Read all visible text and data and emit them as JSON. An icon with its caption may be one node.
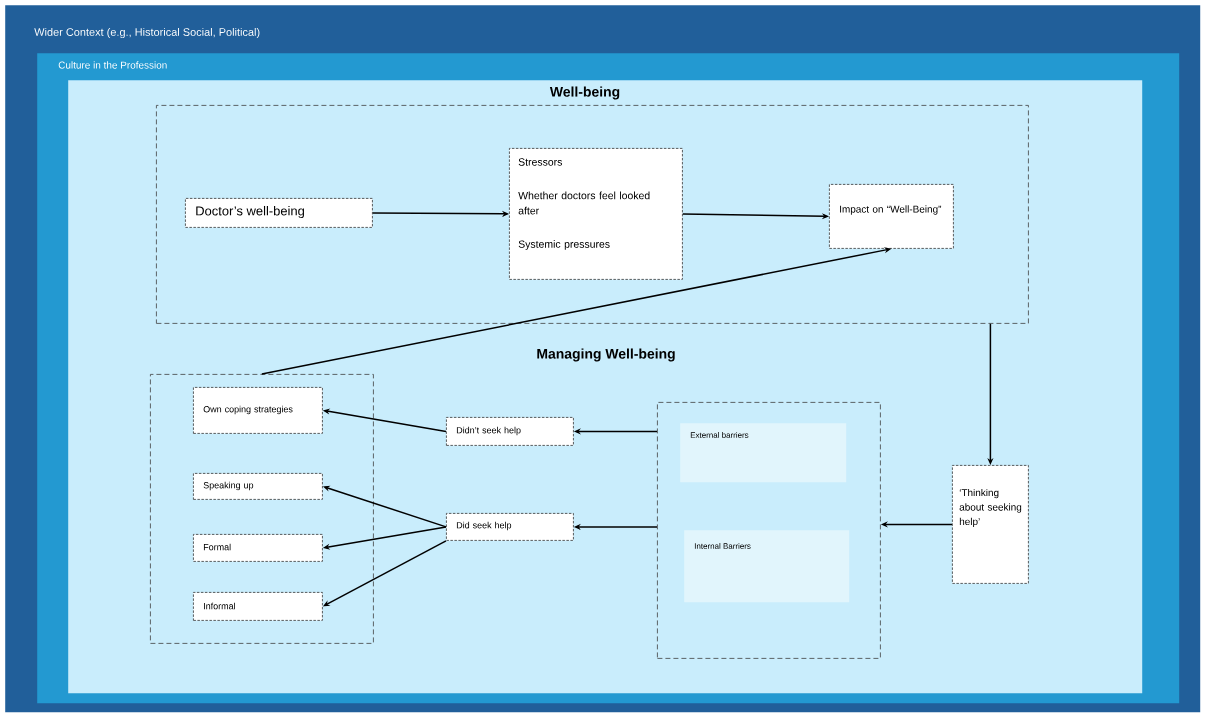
{
  "diagram": {
    "nodes": [
      {
        "text": [
          "Wider Context (e.g., Historical Social, Political)"
        ]
      },
      {
        "text": [
          "Culture in the Profession"
        ],
        "in": 0
      },
      {
        "text": [],
        "shape": "box",
        "in": 1
      },
      {
        "text": [
          "Well-being"
        ],
        "in": 2
      },
      {
        "text": [
          "Doctor’s well-being"
        ],
        "in": 3
      },
      {
        "text": [
          "Stressors",
          "Whether doctors feel looked after",
          "Systemic pressures"
        ],
        "in": 3
      },
      {
        "text": [
          "Impact on “Well-Being”"
        ],
        "in": 3
      },
      {
        "text": [],
        "shape": "box",
        "in": 2
      },
      {
        "text": [
          "Own coping strategies"
        ],
        "in": 7
      },
      {
        "text": [
          "Speaking up"
        ],
        "in": 7
      },
      {
        "text": [
          "Formal"
        ],
        "in": 7
      },
      {
        "text": [
          "Informal"
        ],
        "in": 7
      },
      {
        "text": [
          "Didn’t seek help"
        ],
        "in": 2
      },
      {
        "text": [
          "Did seek help"
        ],
        "in": 2
      },
      {
        "text": [],
        "shape": "box",
        "in": 2
      },
      {
        "text": [
          "External barriers"
        ],
        "in": 14
      },
      {
        "text": [
          "Internal Barriers"
        ],
        "in": 14
      },
      {
        "text": [
          "‘Thinking about seeking help’"
        ],
        "in": 2
      }
    ],
    "edges": [
      {
        "from": 4,
        "to": 5,
        "arrow": "to"
      },
      {
        "from": 5,
        "to": 6,
        "arrow": "to"
      },
      {
        "from": 7,
        "to": 6,
        "arrow": "to"
      },
      {
        "from": 3,
        "to": 17,
        "arrow": "to"
      },
      {
        "from": 17,
        "to": 14,
        "arrow": "to"
      },
      {
        "from": 14,
        "to": 12,
        "arrow": "to"
      },
      {
        "from": 14,
        "to": 13,
        "arrow": "to"
      },
      {
        "from": 12,
        "to": 8,
        "arrow": "to"
      },
      {
        "from": 13,
        "to": 9,
        "arrow": "to"
      },
      {
        "from": 13,
        "to": 10,
        "arrow": "to"
      },
      {
        "from": 13,
        "to": 11,
        "arrow": "to"
      }
    ],
    "labels": [
      "Managing Well-being"
    ]
  }
}
